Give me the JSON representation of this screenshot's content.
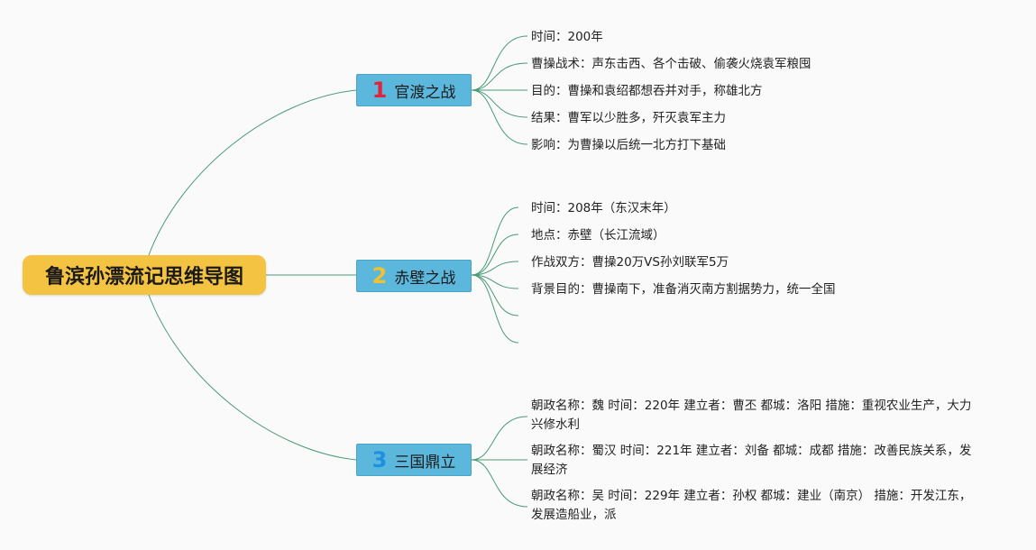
{
  "root": {
    "title": "鲁滨孙漂流记思维导图"
  },
  "branches": [
    {
      "num": "1",
      "label": "官渡之战",
      "items": [
        "时间：200年",
        "曹操战术：声东击西、各个击破、偷袭火烧袁军粮囤",
        "目的：曹操和袁绍都想吞并对手，称雄北方",
        "结果：曹军以少胜多，歼灭袁军主力",
        "影响：为曹操以后统一北方打下基础"
      ]
    },
    {
      "num": "2",
      "label": "赤壁之战",
      "items": [
        "时间：208年（东汉末年）",
        "地点：赤壁（长江流域）",
        "作战双方：曹操20万VS孙刘联军5万",
        "背景目的：曹操南下，准备消灭南方割据势力，统一全国",
        "",
        ""
      ]
    },
    {
      "num": "3",
      "label": "三国鼎立",
      "items": [
        "朝政名称：魏 时间：220年 建立者：曹丕 都城：洛阳 措施：重视农业生产，大力兴修水利",
        "朝政名称：蜀汉 时间：221年 建立者：刘备 都城：成都 措施：改善民族关系，发展经济",
        "朝政名称：吴 时间：229年 建立者：孙权 都城：建业（南京） 措施：开发江东，发展造船业，派"
      ]
    }
  ],
  "colors": {
    "root_bg": "#f5c342",
    "branch_bg": "#5bb8dc",
    "line": "#4a9a78",
    "num1": "#e0243a",
    "num2": "#f2c12e",
    "num3": "#1f8fe0"
  }
}
